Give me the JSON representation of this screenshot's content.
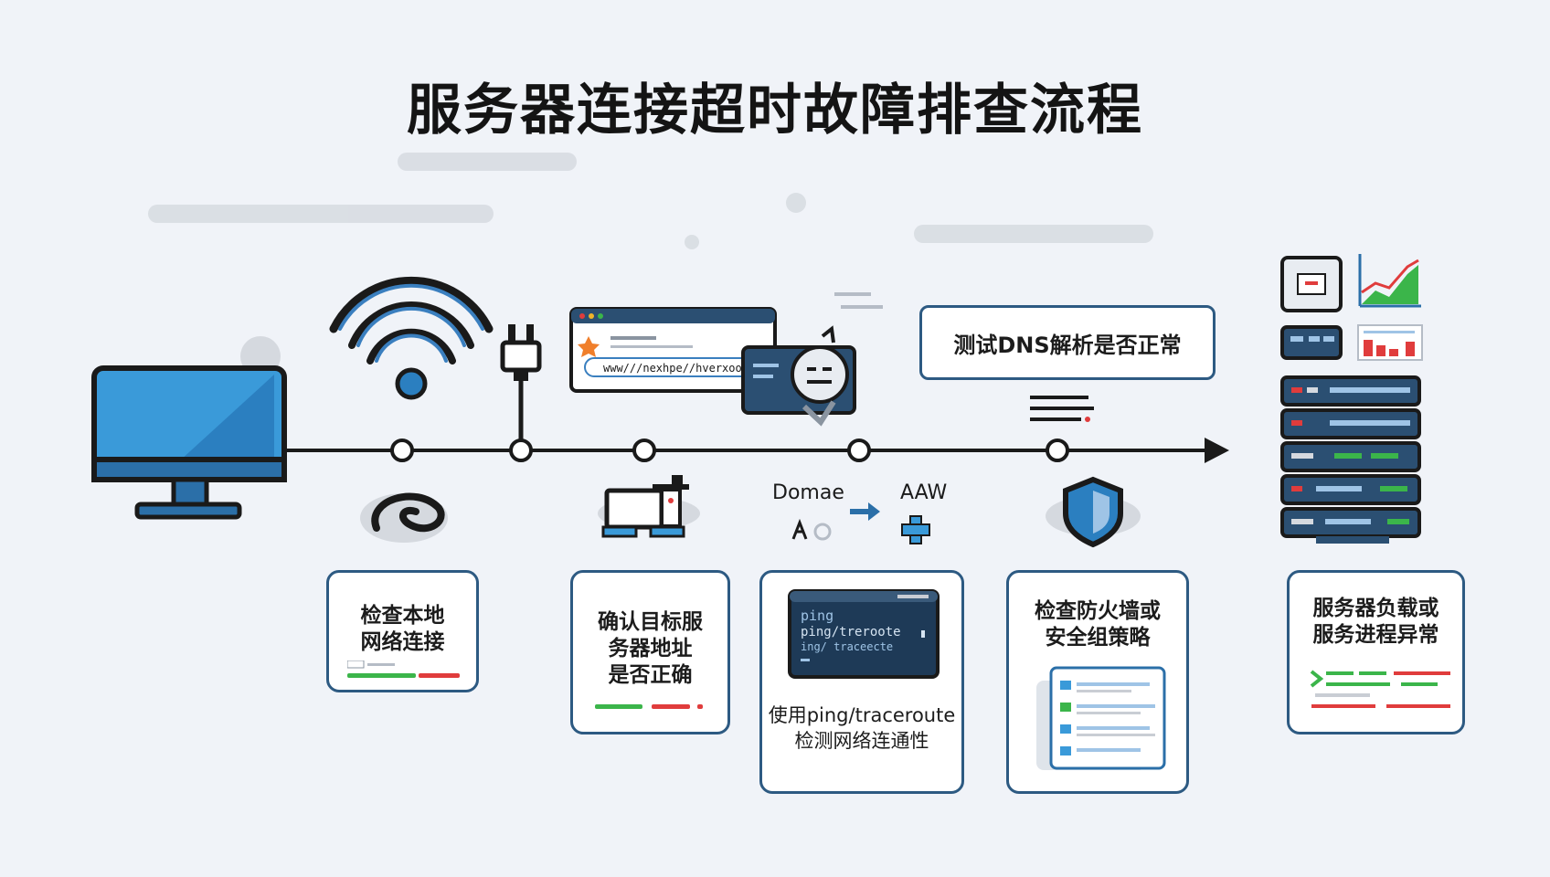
{
  "title": "服务器连接超时故障排查流程",
  "dns_box": {
    "label": "测试DNS解析是否正常"
  },
  "steps": [
    {
      "id": "step-1",
      "line1": "检查本地",
      "line2": "网络连接"
    },
    {
      "id": "step-2",
      "line1": "确认目标服",
      "line2": "务器地址",
      "line3": "是否正确"
    },
    {
      "id": "step-3",
      "line1": "使用ping/traceroute",
      "line2": "检测网络连通性"
    },
    {
      "id": "step-4",
      "line1": "检查防火墙或",
      "line2": "安全组策略"
    },
    {
      "id": "step-5",
      "line1": "服务器负载或",
      "line2": "服务进程异常"
    }
  ],
  "terminal": {
    "lines": [
      "ping",
      "ping/treroote",
      "ing/ traceecte"
    ]
  },
  "browser": {
    "url": "www///nexhpe//hverxoor"
  },
  "domain_note": {
    "left": "Domae",
    "right": "AAW"
  },
  "colors": {
    "accent_blue": "#2d5a82",
    "monitor_blue": "#3a9ad9",
    "green": "#3bb54a",
    "red": "#e03c3c",
    "line": "#1a1a1a"
  }
}
